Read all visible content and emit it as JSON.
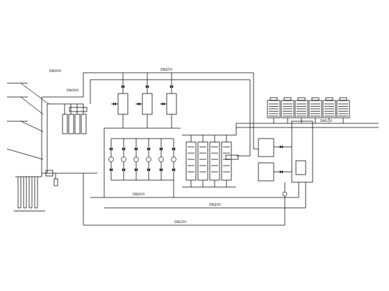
{
  "diagram": {
    "labels": [
      "DN300",
      "DN300",
      "DN250",
      "DN200",
      "DN200",
      "DN150",
      "DN150"
    ]
  }
}
